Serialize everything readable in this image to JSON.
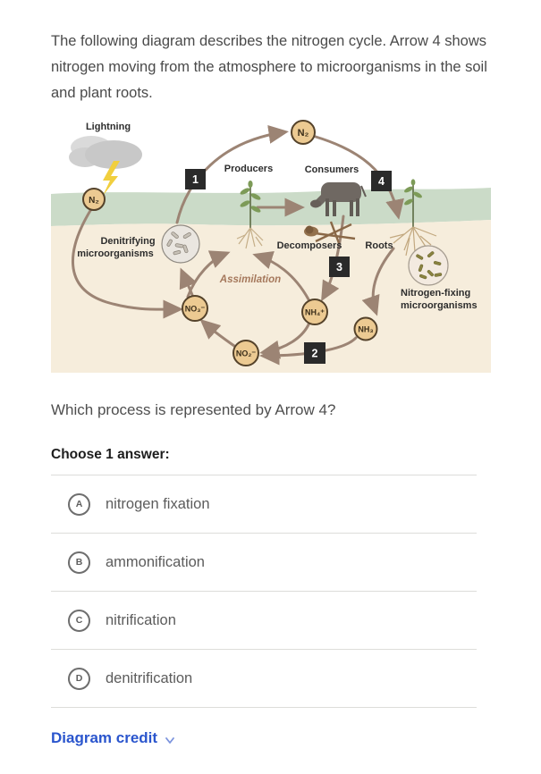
{
  "intro": {
    "text": "The following diagram describes the nitrogen cycle. Arrow 4 shows nitrogen moving from the atmosphere to microorganisms in the soil and plant roots."
  },
  "diagram": {
    "labels": {
      "lightning": "Lightning",
      "producers": "Producers",
      "consumers": "Consumers",
      "decomposers": "Decomposers",
      "roots": "Roots",
      "denitrifying_line1": "Denitrifying",
      "denitrifying_line2": "microorganisms",
      "nitrogen_fixing_line1": "Nitrogen-fixing",
      "nitrogen_fixing_line2": "microorganisms",
      "assimilation": "Assimilation"
    },
    "molecules": {
      "n2_top": "N₂",
      "n2_left": "N₂",
      "no3": "NO₃⁻",
      "nh4": "NH₄⁺",
      "nh3": "NH₃",
      "no2": "NO₂⁻"
    },
    "arrow_numbers": {
      "n1": "1",
      "n2": "2",
      "n3": "3",
      "n4": "4"
    },
    "colors": {
      "soil": "#f6eddc",
      "grass": "#cbdbc8",
      "arrow": "#9c8474",
      "molecule_fill": "#ecca92",
      "molecule_border": "#54422a",
      "step_box": "#2a2a2a",
      "bolt": "#f1cf3e"
    }
  },
  "question": {
    "text": "Which process is represented by Arrow 4?",
    "prompt": "Choose 1 answer:"
  },
  "answers": [
    {
      "letter": "A",
      "label": "nitrogen fixation"
    },
    {
      "letter": "B",
      "label": "ammonification"
    },
    {
      "letter": "C",
      "label": "nitrification"
    },
    {
      "letter": "D",
      "label": "denitrification"
    }
  ],
  "credit": {
    "label": "Diagram credit"
  },
  "icons": {
    "credit_chevron": "chevron-down"
  }
}
